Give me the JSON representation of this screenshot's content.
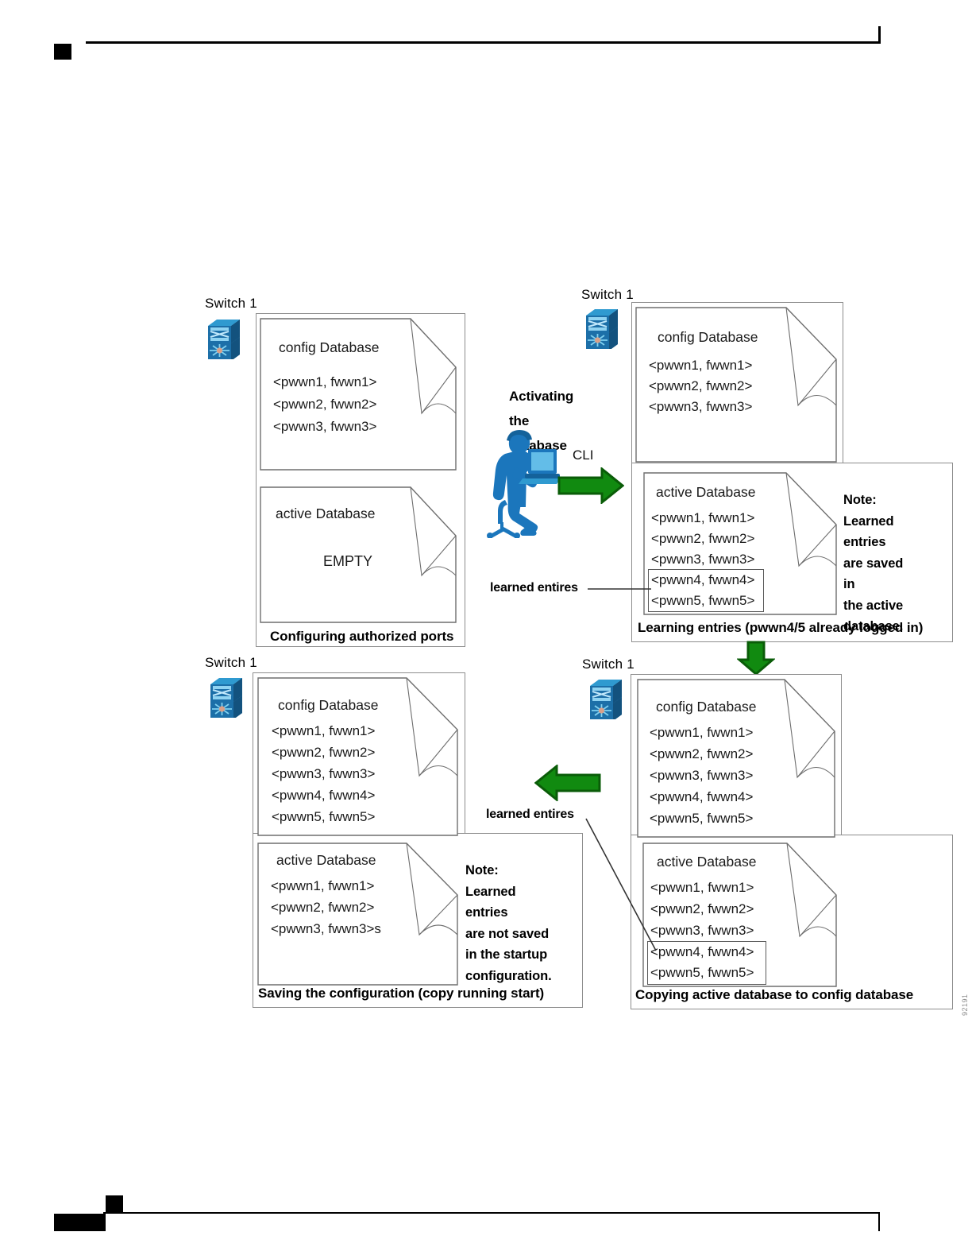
{
  "figure": {
    "id_code": "92191",
    "colors": {
      "arrow_green_fill": "#118a10",
      "arrow_green_stroke": "#0a5c08",
      "switch_blue_dark": "#14629b",
      "switch_blue_mid": "#1b7fc4",
      "switch_blue_light": "#46a5db",
      "person_blue": "#1b76bc",
      "frame_gray": "#8d8d8d",
      "card_gray": "#5a5a5a"
    }
  },
  "panels": {
    "top_left": {
      "switch_label": "Switch 1",
      "caption": "Configuring authorized ports",
      "config_db": {
        "title": "config Database",
        "rows": [
          "<pwwn1, fwwn1>",
          "<pwwn2, fwwn2>",
          "<pwwn3, fwwn3>"
        ]
      },
      "active_db": {
        "title": "active Database",
        "empty_text": "EMPTY",
        "rows": []
      }
    },
    "top_right": {
      "switch_label": "Switch 1",
      "caption": "Learning entries (pwwn4/5 already logged in)",
      "config_db": {
        "title": "config Database",
        "rows": [
          "<pwwn1, fwwn1>",
          "<pwwn2, fwwn2>",
          "<pwwn3, fwwn3>"
        ]
      },
      "active_db": {
        "title": "active Database",
        "rows": [
          "<pwwn1, fwwn1>",
          "<pwwn2, fwwn2>",
          "<pwwn3, fwwn3>"
        ],
        "learned_rows": [
          "<pwwn4, fwwn4>",
          "<pwwn5, fwwn5>"
        ]
      },
      "note": {
        "heading": "Note:",
        "lines": [
          "Learned entries",
          "are saved in",
          "the active",
          "database."
        ]
      },
      "learned_label": "learned entires"
    },
    "bottom_left": {
      "switch_label": "Switch 1",
      "caption": "Saving the configuration (copy running start)",
      "config_db": {
        "title": "config Database",
        "rows": [
          "<pwwn1, fwwn1>",
          "<pwwn2, fwwn2>",
          "<pwwn3, fwwn3>",
          "<pwwn4, fwwn4>",
          "<pwwn5, fwwn5>"
        ]
      },
      "active_db": {
        "title": "active Database",
        "rows": [
          "<pwwn1, fwwn1>",
          "<pwwn2, fwwn2>",
          "<pwwn3, fwwn3>s"
        ]
      },
      "note": {
        "heading": "Note:",
        "lines": [
          "Learned entries",
          "are not saved",
          "in the startup",
          "configuration."
        ]
      }
    },
    "bottom_right": {
      "switch_label": "Switch 1",
      "caption": "Copying active database to config database",
      "config_db": {
        "title": "config Database",
        "rows": [
          "<pwwn1, fwwn1>",
          "<pwwn2, fwwn2>",
          "<pwwn3, fwwn3>",
          "<pwwn4, fwwn4>",
          "<pwwn5, fwwn5>"
        ]
      },
      "active_db": {
        "title": "active Database",
        "rows": [
          "<pwwn1, fwwn1>",
          "<pwwn2, fwwn2>",
          "<pwwn3, fwwn3>"
        ],
        "learned_rows": [
          "<pwwn4, fwwn4>",
          "<pwwn5, fwwn5>"
        ]
      },
      "learned_label": "learned entires"
    }
  },
  "center": {
    "step_line1": "Activating the",
    "step_line2": "database",
    "cli_label": "CLI"
  }
}
